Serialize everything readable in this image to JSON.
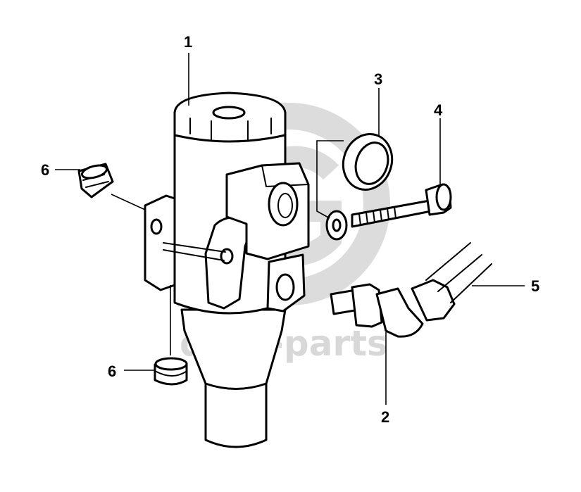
{
  "watermark": {
    "text": "data-parts"
  },
  "callouts": [
    {
      "id": "1",
      "label": "1"
    },
    {
      "id": "2",
      "label": "2"
    },
    {
      "id": "3",
      "label": "3"
    },
    {
      "id": "4",
      "label": "4"
    },
    {
      "id": "5",
      "label": "5"
    },
    {
      "id": "6a",
      "label": "6"
    },
    {
      "id": "6b",
      "label": "6"
    }
  ]
}
